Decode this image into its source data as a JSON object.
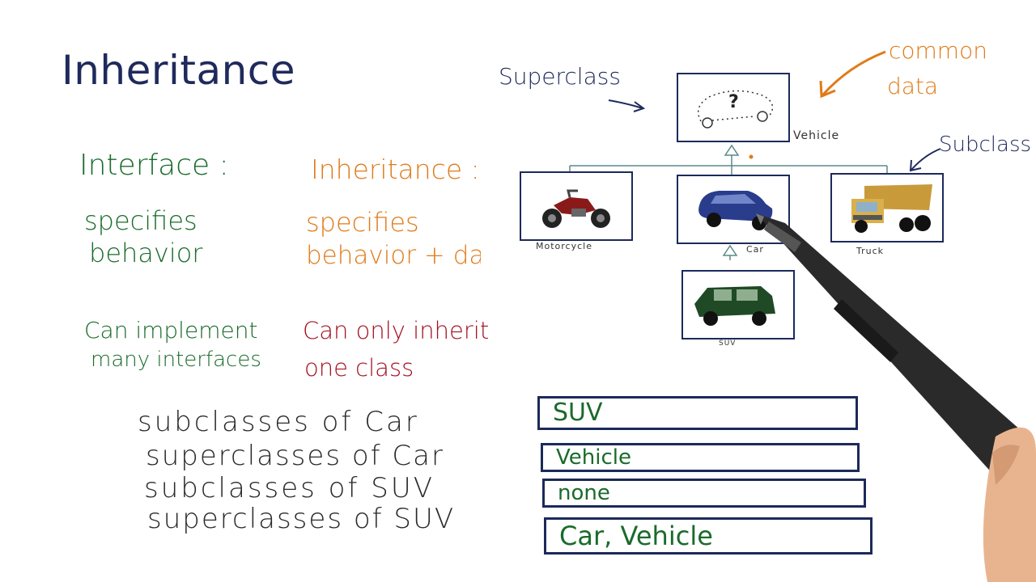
{
  "title": "Inheritance",
  "interface_col": {
    "heading": "Interface :",
    "line1": "specifies",
    "line2": "behavior",
    "impl1": "Can implement",
    "impl2": "many interfaces"
  },
  "inheritance_col": {
    "heading": "Inheritance :",
    "line1": "specifies",
    "line2": "behavior + da",
    "inh1": "Can only inherit",
    "inh2": "one class"
  },
  "diagram": {
    "superclass_label": "Superclass",
    "subclass_label": "Subclass",
    "common_line1": "common",
    "common_line2": "data",
    "vehicle_caption": "Vehicle",
    "vehicle_symbol": "?",
    "motorcycle_caption": "Motorcycle",
    "car_caption": "Car",
    "truck_caption": "Truck",
    "suv_caption": "SUV"
  },
  "questions": [
    "subclasses of Car",
    "superclasses of Car",
    "subclasses of SUV",
    "superclasses of SUV"
  ],
  "answers": [
    "SUV",
    "Vehicle",
    "none",
    "Car, Vehicle"
  ],
  "colors": {
    "navy": "#1f2a5c",
    "green": "#1a6b2b",
    "orange": "#e07b19",
    "red": "#a31220"
  }
}
